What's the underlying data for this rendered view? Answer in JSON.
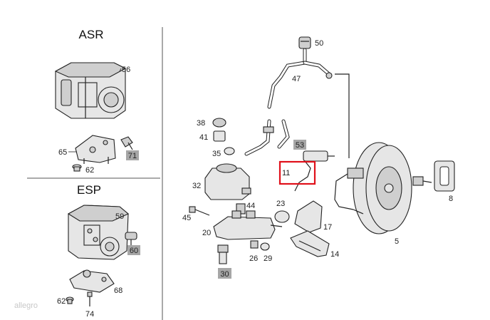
{
  "sections": {
    "asr_title": "ASR",
    "esp_title": "ESP"
  },
  "labels": {
    "p56": "56",
    "p65": "65",
    "p62a": "62",
    "p71": "71",
    "p59": "59",
    "p60": "60",
    "p68": "68",
    "p62b": "62",
    "p74": "74",
    "p50": "50",
    "p47": "47",
    "p38": "38",
    "p41": "41",
    "p35": "35",
    "p53": "53",
    "p11": "11",
    "p32": "32",
    "p45": "45",
    "p44": "44",
    "p20": "20",
    "p23": "23",
    "p17": "17",
    "p14": "14",
    "p26": "26",
    "p29": "29",
    "p30": "30",
    "p5": "5",
    "p8": "8"
  },
  "watermark": "allegro",
  "colors": {
    "label_box": "#a6a6a6",
    "highlight": "#e0101a"
  }
}
